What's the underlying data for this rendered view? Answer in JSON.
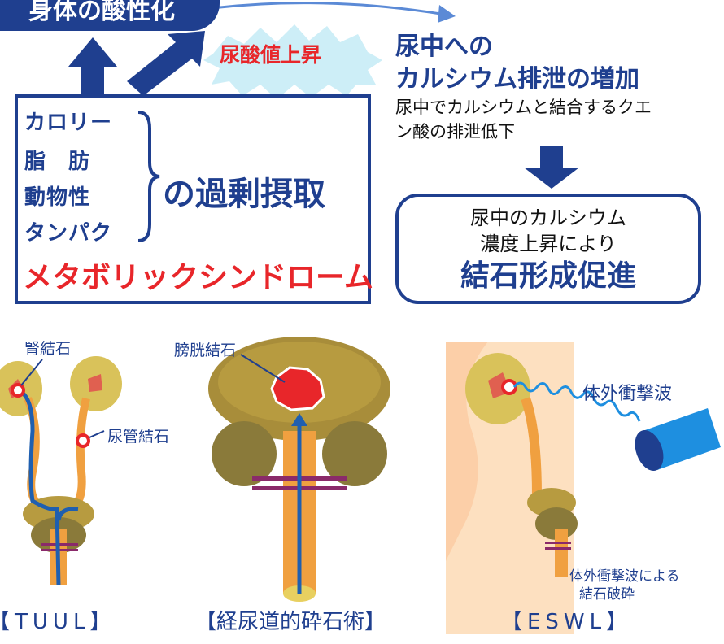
{
  "top": {
    "acidification": "身体の酸性化",
    "uric_acid": "尿酸値上昇",
    "calcium_title_1": "尿中への",
    "calcium_title_2": "カルシウム排泄の増加",
    "calcium_desc_1": "尿中でカルシウムと結合するクエ",
    "calcium_desc_2": "ン酸の排泄低下"
  },
  "causes": {
    "items": [
      "カロリー",
      "脂　肪",
      "動物性",
      "タンパク"
    ],
    "excess": "の過剰摂取",
    "metabolic": "メタボリックシンドローム"
  },
  "result": {
    "line1": "尿中のカルシウム",
    "line2": "濃度上昇により",
    "line3": "結石形成促進"
  },
  "illustrations": {
    "tuul": {
      "kidney_label": "腎結石",
      "ureter_label": "尿管結石",
      "caption": "【TUUL】"
    },
    "tul": {
      "bladder_label": "膀胱結石",
      "caption": "【経尿道的砕石術】"
    },
    "eswl": {
      "wave_label": "体外衝撃波",
      "note_1": "体外衝撃波による",
      "note_2": "結石破砕",
      "caption": "【ESWL】"
    }
  },
  "colors": {
    "navy": "#1f3f8f",
    "red": "#e8262a",
    "burst": "#cdeef7",
    "organ": "#d9c25a",
    "organ_dark": "#8a7a3a",
    "tube": "#f0a040",
    "skin": "#fde0c0",
    "scope": "#1f5fb0",
    "probe": "#1e8fe0"
  }
}
